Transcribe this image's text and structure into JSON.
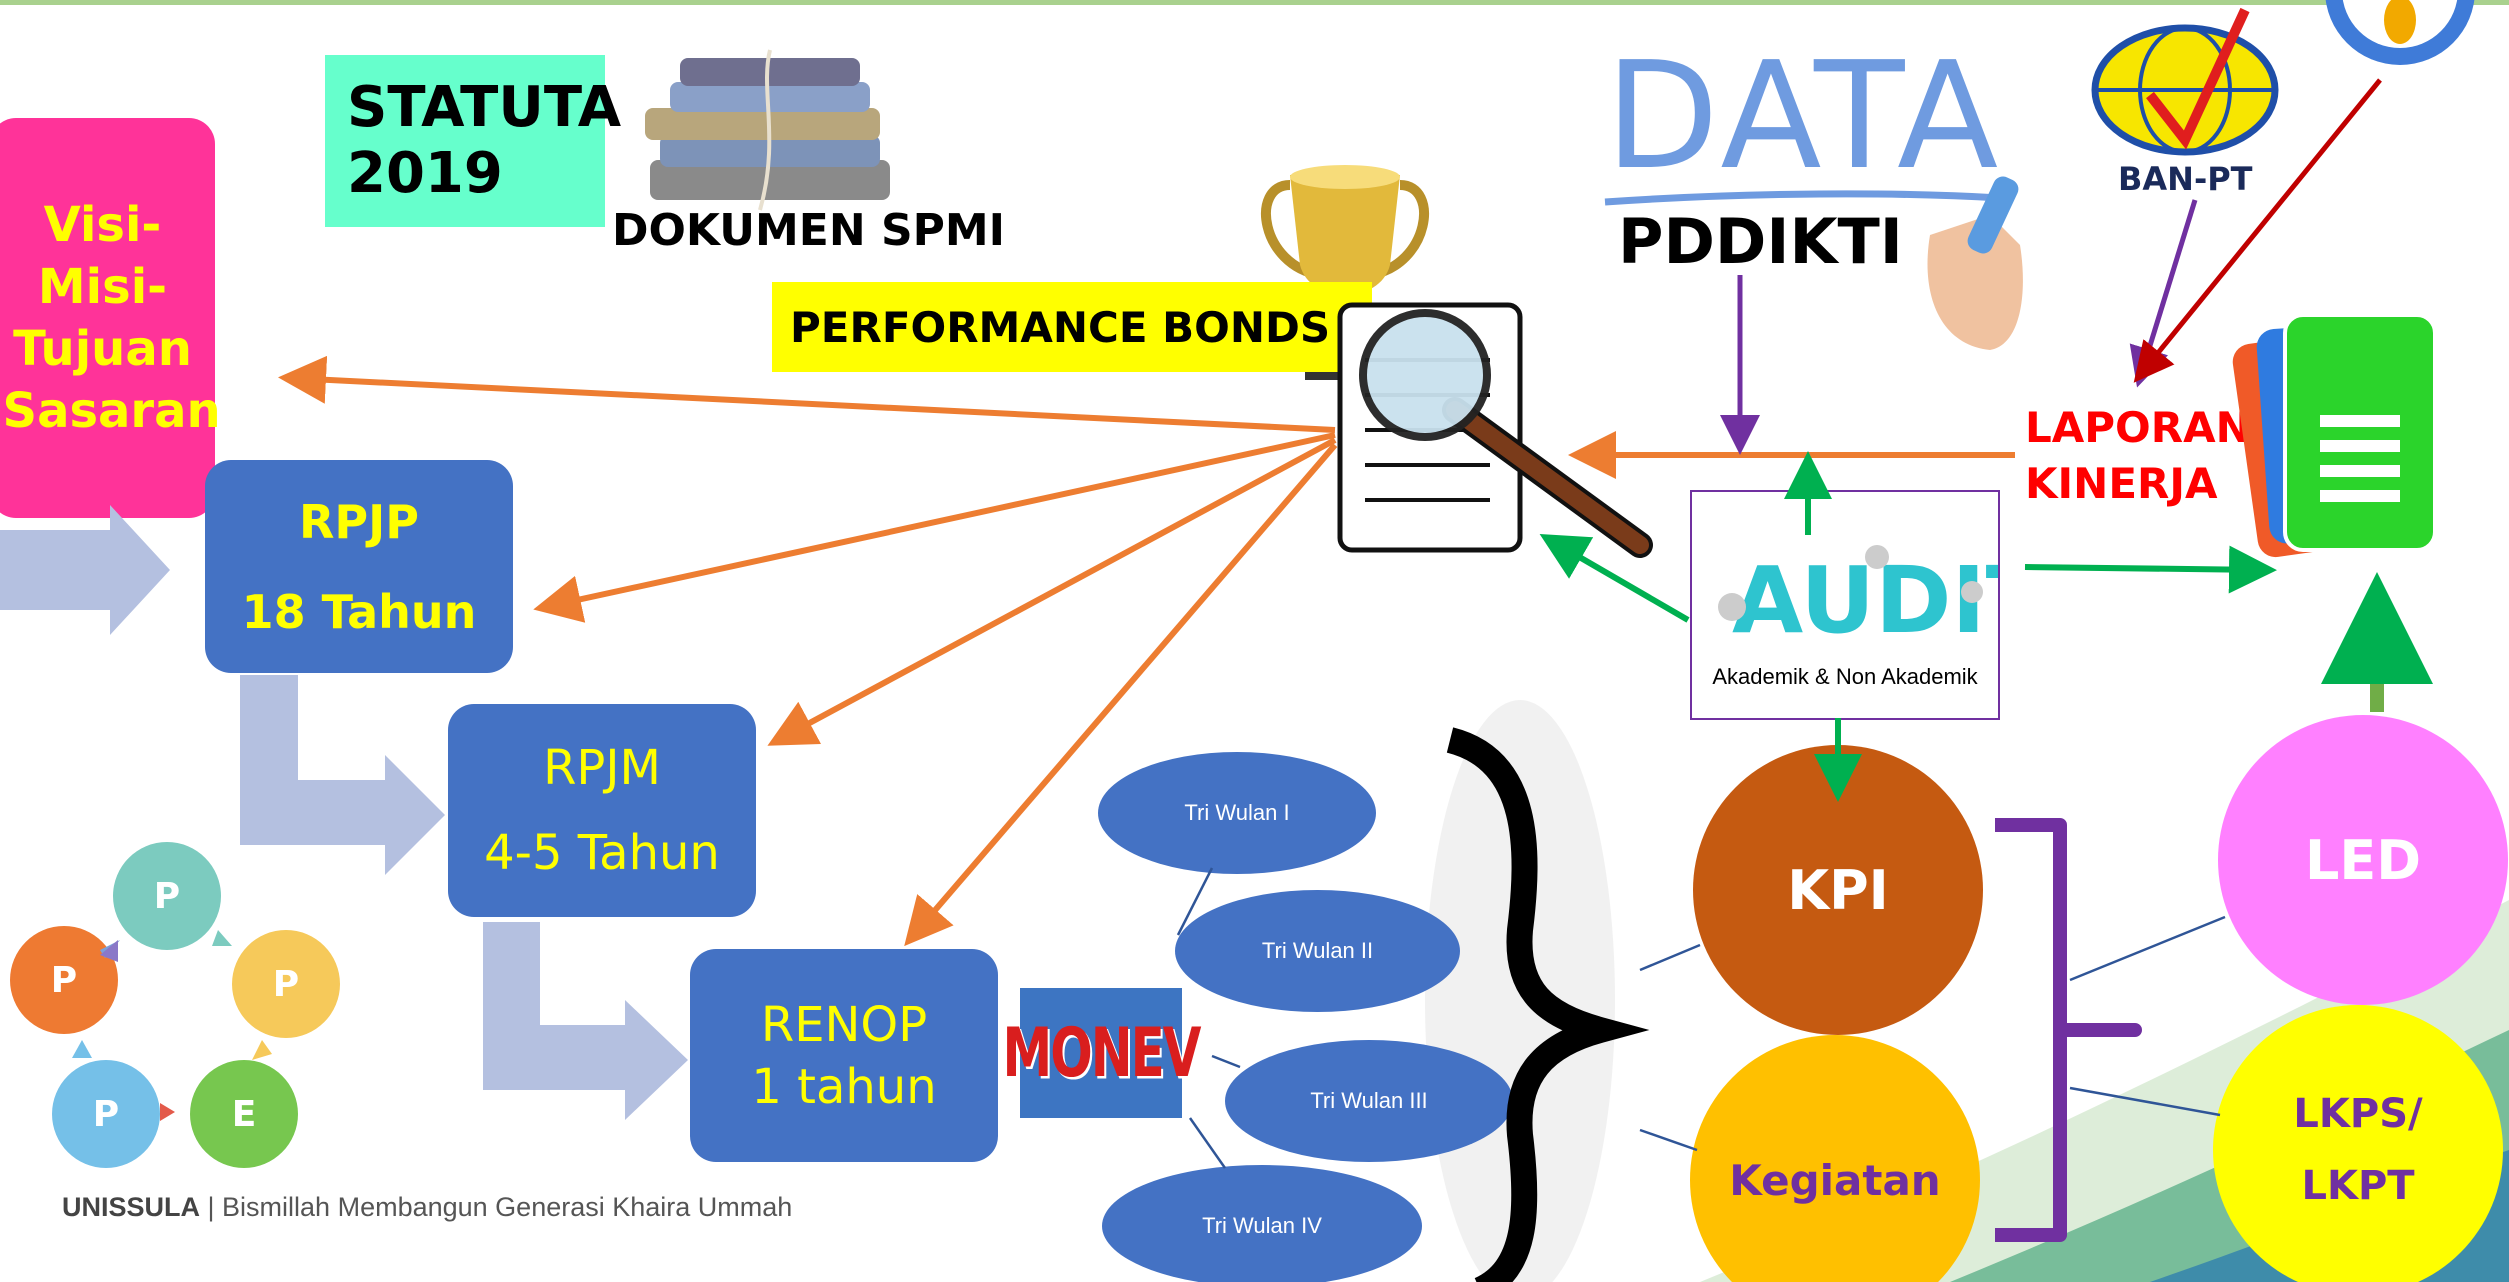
{
  "visi_misi": "Visi-Misi-Tujuan Sasaran",
  "statuta": [
    "STATUTA",
    "2019"
  ],
  "dokumen_spmi": "DOKUMEN SPMI",
  "performance_bonds": "PERFORMANCE BONDS",
  "data_word": "DATA",
  "pddikti": "PDDIKTI",
  "ban_pt": "BAN-PT",
  "laporan_kinerja": [
    "LAPORAN",
    "KINERJA"
  ],
  "audit": {
    "logo_text": "AUDIT",
    "caption": "Akademik & Non Akademik"
  },
  "rpjp": [
    "RPJP",
    "18 Tahun"
  ],
  "rpjm": [
    "RPJM",
    "4-5 Tahun"
  ],
  "renop": [
    "RENOP",
    "1 tahun"
  ],
  "monev": "MONEV",
  "tri_wulan": [
    "Tri Wulan I",
    "Tri Wulan II",
    "Tri Wulan III",
    "Tri Wulan IV"
  ],
  "kpi": "KPI",
  "kegiatan": "Kegiatan",
  "led": "LED",
  "lkps": [
    "LKPS/",
    "LKPT"
  ],
  "ppepp": [
    "P",
    "P",
    "E",
    "P",
    "P"
  ],
  "footer": {
    "brand": "UNISSULA",
    "tagline": "| Bismillah Membangun Generasi Khaira Ummah"
  },
  "colors": {
    "blue_box": "#4472c4",
    "visi_box": "#ff3399",
    "orange_arrow": "#ed7d31",
    "green_arrow": "#00b050",
    "purple": "#7030a0"
  }
}
